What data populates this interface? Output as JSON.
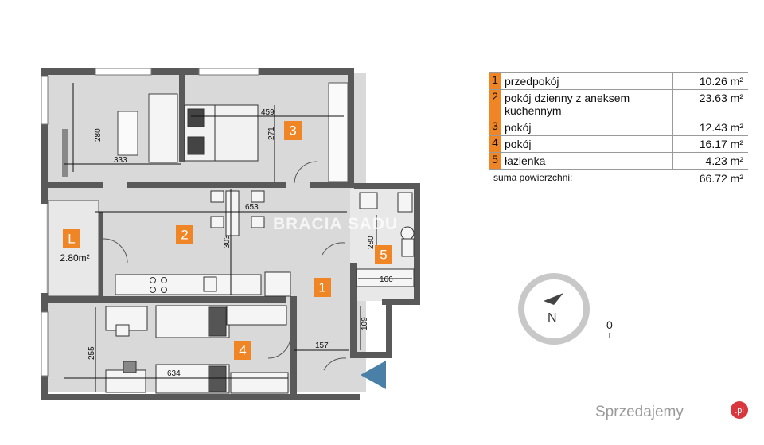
{
  "rooms": [
    {
      "num": "1",
      "name": "przedpokój",
      "area": "10.26 m²"
    },
    {
      "num": "2",
      "name": "pokój dzienny z aneksem kuchennym",
      "area": "23.63 m²"
    },
    {
      "num": "3",
      "name": "pokój",
      "area": "12.43 m²"
    },
    {
      "num": "4",
      "name": "pokój",
      "area": "16.17 m²"
    },
    {
      "num": "5",
      "name": "łazienka",
      "area": "4.23 m²"
    }
  ],
  "summary": {
    "label": "suma powierzchni:",
    "value": "66.72 m²"
  },
  "loggia": {
    "label": "L",
    "area": "2.80m²"
  },
  "dimensions": {
    "d280a": "280",
    "d333": "333",
    "d459": "459",
    "d271": "271",
    "d653": "653",
    "d303": "303",
    "d280b": "280",
    "d166": "166",
    "d109": "109",
    "d157": "157",
    "d255": "255",
    "d634": "634"
  },
  "watermark": "BRACIA SADU",
  "compass_letter": "N",
  "scale_label": "0",
  "brand": {
    "name": "Sprzedajemy",
    "suffix": ".pl"
  },
  "colors": {
    "accent": "#f08526",
    "wall": "#595959",
    "floor": "#d9d9d9"
  }
}
